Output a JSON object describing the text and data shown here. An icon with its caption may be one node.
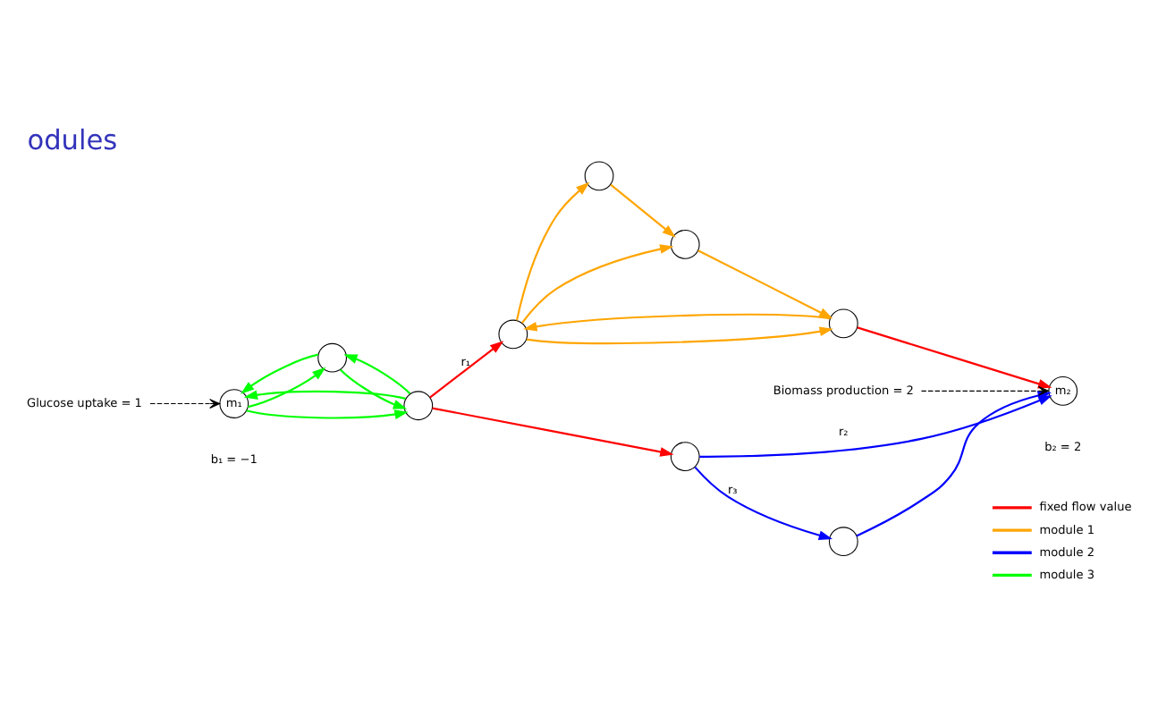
{
  "diagram": {
    "title": "odules",
    "nodes": [
      {
        "text": [
          "m₁"
        ],
        "beside": [
          "b₁ = −1"
        ]
      },
      {
        "text": [],
        "shape": "circle"
      },
      {
        "text": [],
        "shape": "circle"
      },
      {
        "text": [],
        "shape": "circle"
      },
      {
        "text": [],
        "shape": "circle"
      },
      {
        "text": [],
        "shape": "circle"
      },
      {
        "text": [],
        "shape": "circle"
      },
      {
        "text": [],
        "shape": "circle"
      },
      {
        "text": [],
        "shape": "circle"
      },
      {
        "text": [
          "m₂"
        ],
        "beside": [
          "b₂ = 2"
        ]
      },
      {
        "text": [
          "Glucose uptake = 1"
        ]
      },
      {
        "text": [
          "Biomass production = 2"
        ]
      }
    ],
    "edges": [
      {
        "from": 10,
        "to": 0,
        "arrow": "to",
        "style": "dashed",
        "color": "#000000"
      },
      {
        "from": 1,
        "to": 0,
        "arrow": "to",
        "color": "#00ff00"
      },
      {
        "from": 0,
        "to": 1,
        "arrow": "to",
        "color": "#00ff00"
      },
      {
        "from": 1,
        "to": 2,
        "arrow": "to",
        "color": "#00ff00"
      },
      {
        "from": 2,
        "to": 1,
        "arrow": "to",
        "color": "#00ff00"
      },
      {
        "from": 0,
        "to": 2,
        "arrow": "to",
        "color": "#00ff00"
      },
      {
        "from": 2,
        "to": 0,
        "arrow": "to",
        "color": "#00ff00"
      },
      {
        "from": 2,
        "to": 3,
        "arrow": "to",
        "color": "#ff0000",
        "label": "r₁"
      },
      {
        "from": 2,
        "to": 7,
        "arrow": "to",
        "color": "#ff0000"
      },
      {
        "from": 3,
        "to": 4,
        "arrow": "to",
        "color": "#ffa500"
      },
      {
        "from": 4,
        "to": 5,
        "arrow": "to",
        "color": "#ffa500"
      },
      {
        "from": 3,
        "to": 5,
        "arrow": "to",
        "color": "#ffa500"
      },
      {
        "from": 5,
        "to": 6,
        "arrow": "to",
        "color": "#ffa500"
      },
      {
        "from": 3,
        "to": 6,
        "arrow": "to",
        "color": "#ffa500"
      },
      {
        "from": 6,
        "to": 3,
        "arrow": "to",
        "color": "#ffa500"
      },
      {
        "from": 6,
        "to": 9,
        "arrow": "to",
        "color": "#ff0000"
      },
      {
        "from": 7,
        "to": 9,
        "arrow": "to",
        "color": "#0000ff",
        "label": "r₂"
      },
      {
        "from": 7,
        "to": 8,
        "arrow": "to",
        "color": "#0000ff",
        "label": "r₃"
      },
      {
        "from": 8,
        "to": 9,
        "arrow": "to",
        "color": "#0000ff"
      },
      {
        "from": 11,
        "to": 9,
        "arrow": "to",
        "style": "dashed",
        "color": "#000000"
      }
    ],
    "legend": [
      {
        "text": "fixed flow value",
        "color": "#ff0000"
      },
      {
        "text": "module 1",
        "color": "#ffa500"
      },
      {
        "text": "module 2",
        "color": "#0000ff"
      },
      {
        "text": "module 3",
        "color": "#00ff00"
      }
    ]
  }
}
